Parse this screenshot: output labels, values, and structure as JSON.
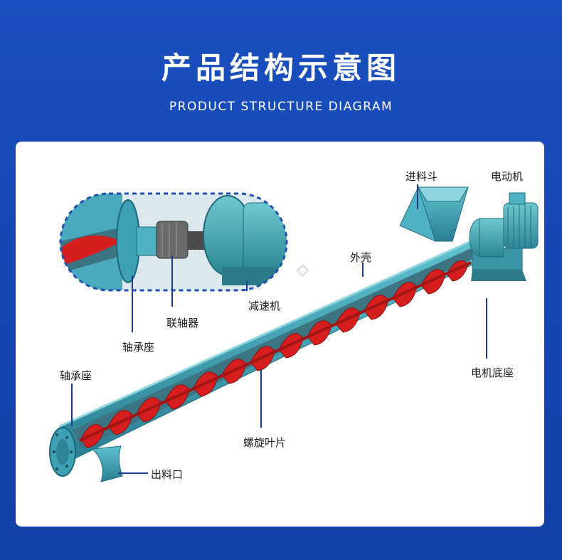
{
  "header": {
    "title": "产品结构示意图",
    "subtitle": "PRODUCT STRUCTURE DIAGRAM"
  },
  "labels": {
    "hopper": "进料斗",
    "motor": "电动机",
    "casing": "外壳",
    "reducer": "减速机",
    "coupling": "联轴器",
    "bearing_top": "轴承座",
    "motor_base": "电机底座",
    "bearing_bottom": "轴承座",
    "blade": "螺旋叶片",
    "outlet": "出料口"
  },
  "colors": {
    "background": "#1545b0",
    "card": "#ffffff",
    "casing": "#3b9fb2",
    "screw": "#d61e1e",
    "leader": "#1a3c8f"
  }
}
